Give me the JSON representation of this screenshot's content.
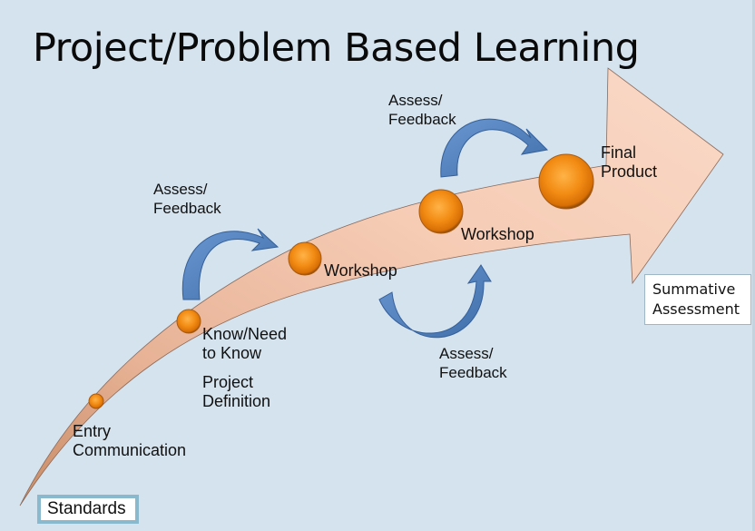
{
  "title": "Project/Problem Based Learning",
  "colors": {
    "background": "#d5e3ee",
    "arrow_fill": "#f7cdb6",
    "arrow_tail": "#d9a583",
    "node_orange": "#f08a12",
    "feedback_arrow_blue": "#4f7fbf",
    "text": "#111111"
  },
  "stages": [
    {
      "label": "Entry\nCommunication"
    },
    {
      "label": "Know/Need\nto Know"
    },
    {
      "label": "Project\nDefinition"
    },
    {
      "label": "Workshop"
    },
    {
      "label": "Workshop"
    },
    {
      "label": "Final\nProduct"
    }
  ],
  "feedback_loops": [
    {
      "label": "Assess/\nFeedback"
    },
    {
      "label": "Assess/\nFeedback"
    },
    {
      "label": "Assess/\nFeedback"
    }
  ],
  "boxes": {
    "standards": "Standards",
    "summative": "Summative\nAssessment"
  }
}
